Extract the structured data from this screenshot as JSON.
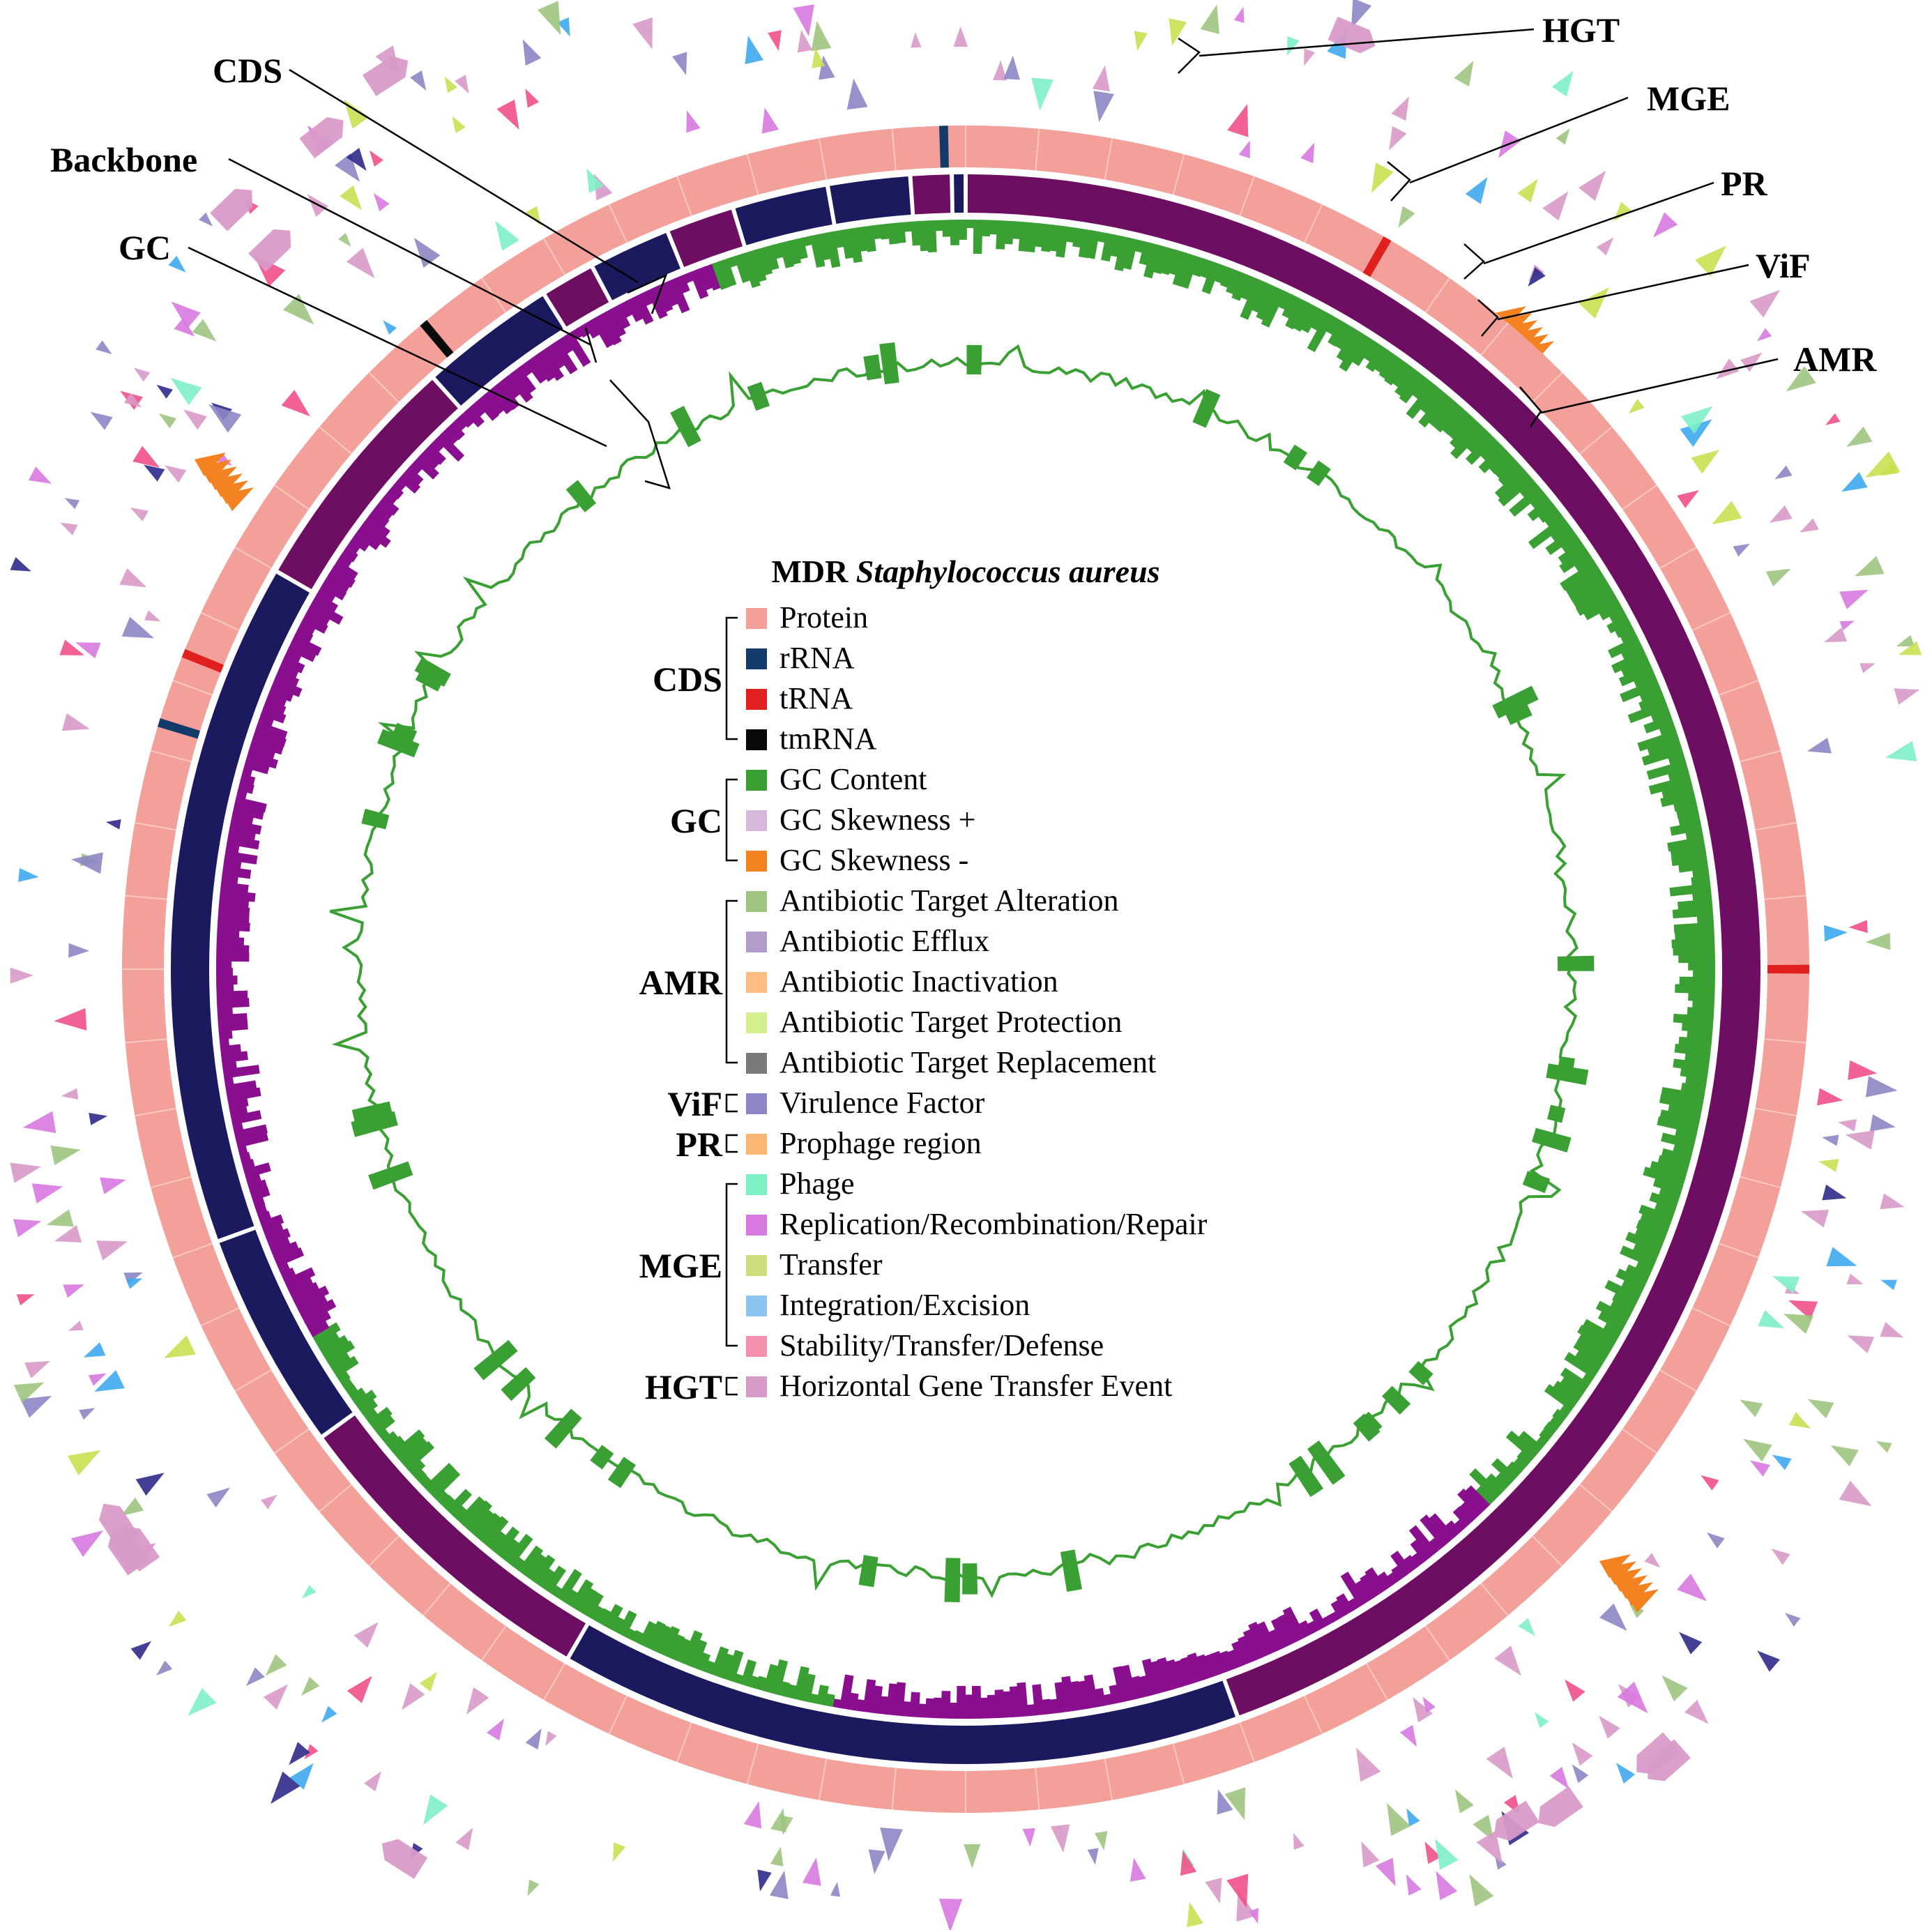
{
  "title": {
    "prefix": "MDR ",
    "organism": "Staphylococcus aureus"
  },
  "track_labels": [
    "HGT",
    "MGE",
    "PR",
    "ViF",
    "AMR",
    "CDS",
    "Backbone",
    "GC"
  ],
  "legend": [
    {
      "group": "CDS",
      "items": [
        {
          "label": "Protein",
          "color": "#f4a09a"
        },
        {
          "label": "rRNA",
          "color": "#123a6b"
        },
        {
          "label": "tRNA",
          "color": "#e0201e"
        },
        {
          "label": "tmRNA",
          "color": "#0a0a0a"
        }
      ]
    },
    {
      "group": "GC",
      "items": [
        {
          "label": "GC Content",
          "color": "#3aa034"
        },
        {
          "label": "GC Skewness +",
          "color": "#d4b9dc"
        },
        {
          "label": "GC Skewness -",
          "color": "#f58220"
        }
      ]
    },
    {
      "group": "AMR",
      "items": [
        {
          "label": "Antibiotic Target Alteration",
          "color": "#9fc47f"
        },
        {
          "label": "Antibiotic Efflux",
          "color": "#b29ccb"
        },
        {
          "label": "Antibiotic Inactivation",
          "color": "#fbbd80"
        },
        {
          "label": "Antibiotic Target Protection",
          "color": "#d3ef8e"
        },
        {
          "label": "Antibiotic Target Replacement",
          "color": "#7a7a7a"
        }
      ]
    },
    {
      "group": "ViF",
      "items": [
        {
          "label": "Virulence Factor",
          "color": "#8c86c4"
        }
      ]
    },
    {
      "group": "PR",
      "items": [
        {
          "label": "Prophage region",
          "color": "#fbb673"
        }
      ]
    },
    {
      "group": "MGE",
      "items": [
        {
          "label": "Phage",
          "color": "#7ef0c6"
        },
        {
          "label": "Replication/Recombination/Repair",
          "color": "#d879e0"
        },
        {
          "label": "Transfer",
          "color": "#cfdc7c"
        },
        {
          "label": "Integration/Excision",
          "color": "#8cc6f0"
        },
        {
          "label": "Stability/Transfer/Defense",
          "color": "#f48fae"
        }
      ]
    },
    {
      "group": "HGT",
      "items": [
        {
          "label": "Horizontal Gene Transfer Event",
          "color": "#d89ac8"
        }
      ]
    }
  ],
  "colors": {
    "protein_ring": "#f4a09a",
    "backbone_purple": "#6e0e62",
    "backbone_navy": "#1c1a5e",
    "gc_positive": "#3aa034",
    "gc_negative": "#8a0f8e",
    "hgt": "#d89ac8",
    "mge_repl": "#d879e0",
    "vif": "#8c86c4",
    "vif_dark": "#2e2a8a",
    "amr_alt": "#9fc47f",
    "prophage_orange": "#f58220",
    "phage": "#7ef0c6",
    "integration": "#3fa8ee",
    "stability": "#f0508a",
    "transfer": "#c8e050"
  }
}
